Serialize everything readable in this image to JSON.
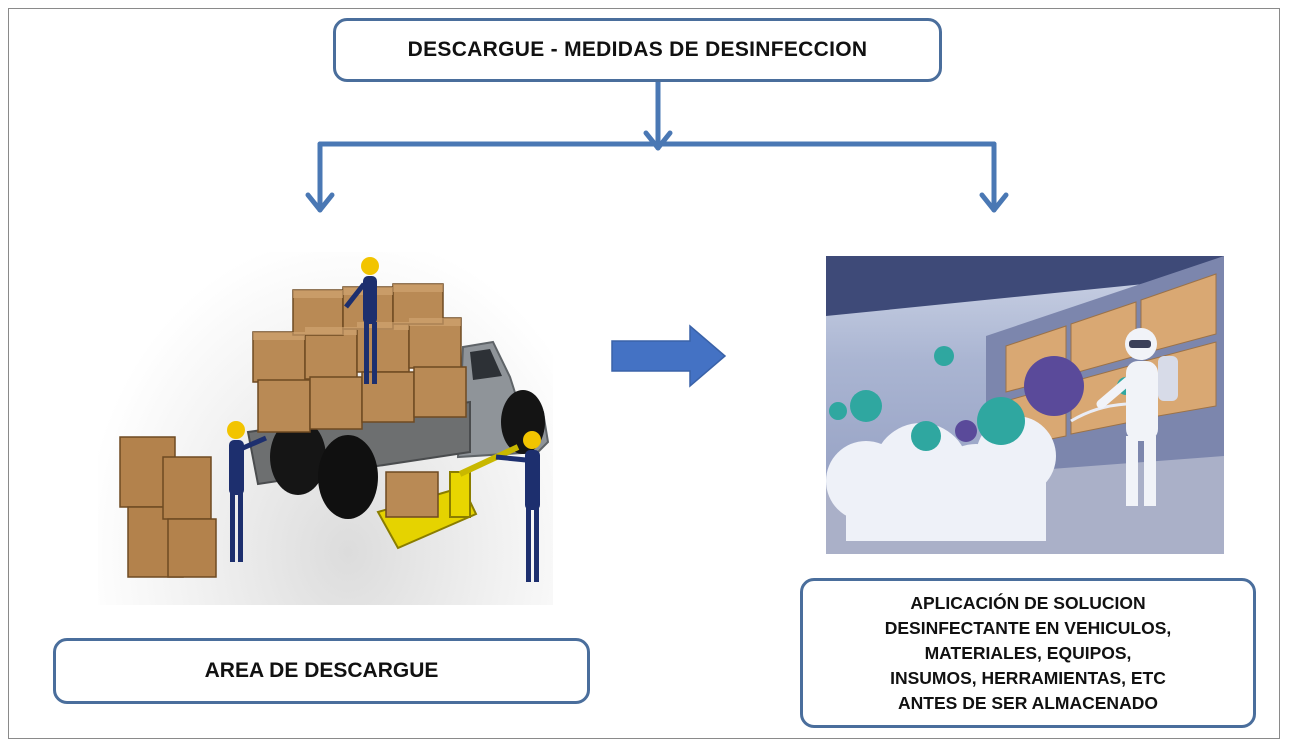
{
  "diagram": {
    "title": "DESCARGUE - MEDIDAS DE DESINFECCION",
    "left_label": "AREA DE DESCARGUE",
    "right_label_lines": [
      "APLICACIÓN DE SOLUCION",
      "DESINFECTANTE EN VEHICULOS,",
      "MATERIALES, EQUIPOS,",
      "INSUMOS, HERRAMIENTAS, ETC",
      "ANTES DE SER ALMACENADO"
    ]
  },
  "colors": {
    "connector": "#4a78b4",
    "box_border": "#4a6e9c",
    "block_arrow": "#4472c4",
    "box_fill_cardboard": "#b98a55",
    "worker_suit": "#1d2f6e",
    "helmet": "#f2c400",
    "virus_teal": "#2fa7a0",
    "virus_purple": "#5a4a9a"
  },
  "icons": {
    "truck_image": "unloading-truck-illustration",
    "disinfect_image": "warehouse-disinfection-illustration"
  }
}
